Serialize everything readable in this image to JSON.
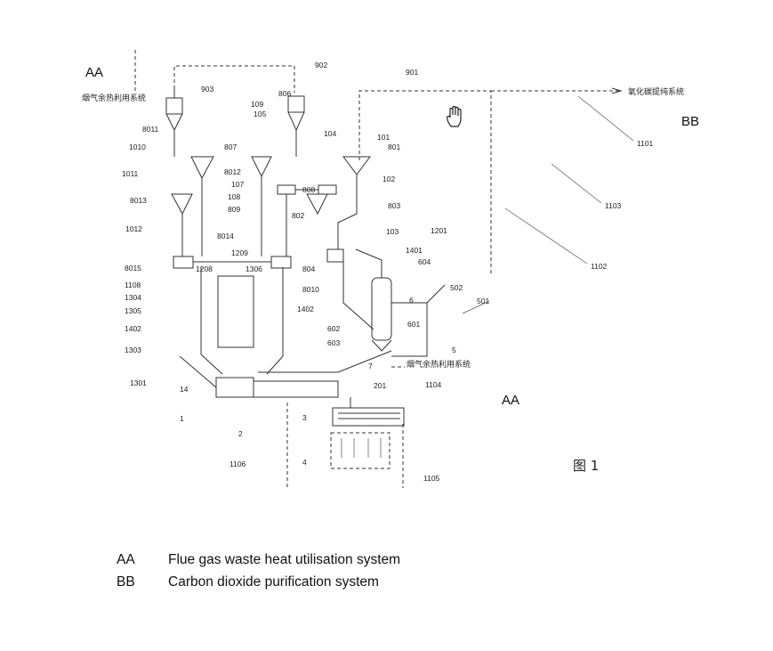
{
  "region_labels": {
    "aa_top": "AA",
    "aa_right": "AA",
    "bb": "BB"
  },
  "cn_labels": {
    "flue_top_left": "烟气余热利用系统",
    "co2_system": "氧化碳提纯系统",
    "flue_bottom": "烟气余热利用系统"
  },
  "figure_caption": "图 1",
  "legend": [
    {
      "code": "AA",
      "text": "Flue gas waste heat utilisation system"
    },
    {
      "code": "BB",
      "text": "Carbon dioxide purification system"
    }
  ],
  "ref_numbers": [
    "902",
    "903",
    "806",
    "109",
    "105",
    "104",
    "901",
    "101",
    "801",
    "8011",
    "1010",
    "807",
    "1011",
    "8012",
    "107",
    "808",
    "102",
    "8013",
    "108",
    "802",
    "803",
    "809",
    "103",
    "1201",
    "1012",
    "8014",
    "1209",
    "1401",
    "604",
    "8015",
    "1208",
    "1306",
    "804",
    "1108",
    "8010",
    "6",
    "502",
    "501",
    "1304",
    "1402",
    "1305",
    "602",
    "601",
    "1402",
    "603",
    "5",
    "1303",
    "7",
    "1301",
    "14",
    "1104",
    "201",
    "1",
    "3",
    "2",
    "4",
    "1106",
    "1105",
    "1101",
    "1103",
    "1102"
  ],
  "icons": {
    "cursor": "hand-cursor-icon"
  }
}
